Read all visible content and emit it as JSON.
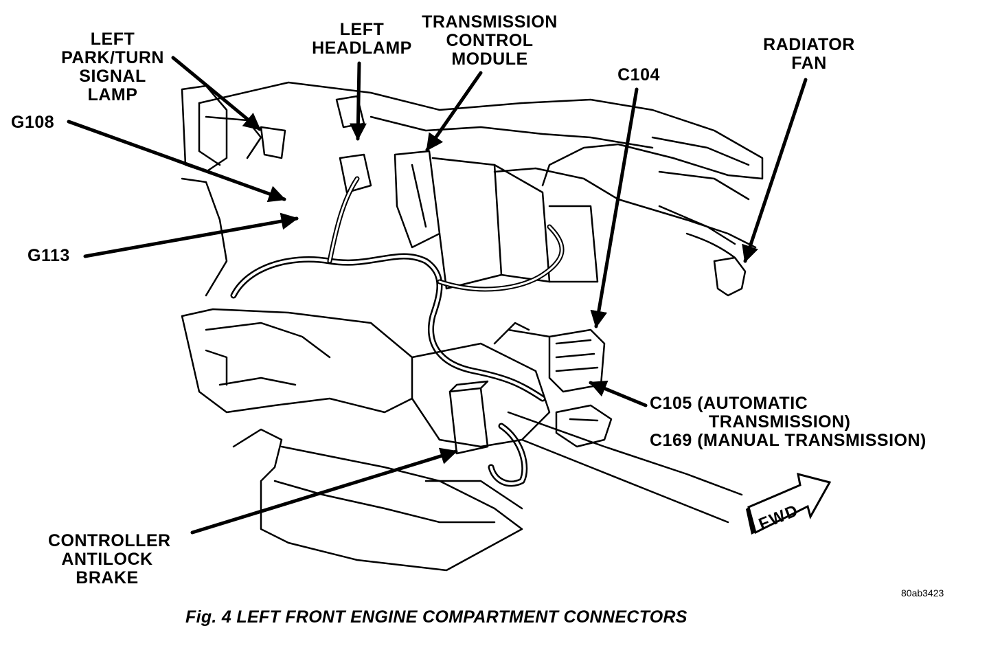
{
  "labels": {
    "left_park_turn": [
      "LEFT",
      "PARK/TURN",
      "SIGNAL",
      "LAMP"
    ],
    "left_headlamp": [
      "LEFT",
      "HEADLAMP"
    ],
    "tcm": [
      "TRANSMISSION",
      "CONTROL",
      "MODULE"
    ],
    "c104": "C104",
    "radiator_fan": [
      "RADIATOR",
      "FAN"
    ],
    "g108": "G108",
    "g113": "G113",
    "c105_c169": [
      "C105 (AUTOMATIC",
      "TRANSMISSION)",
      "C169 (MANUAL TRANSMISSION)"
    ],
    "cab": [
      "CONTROLLER",
      "ANTILOCK",
      "BRAKE"
    ]
  },
  "fwd_arrow": "FWD",
  "ref_code": "80ab3423",
  "caption": "Fig. 4 LEFT FRONT ENGINE COMPARTMENT CONNECTORS"
}
